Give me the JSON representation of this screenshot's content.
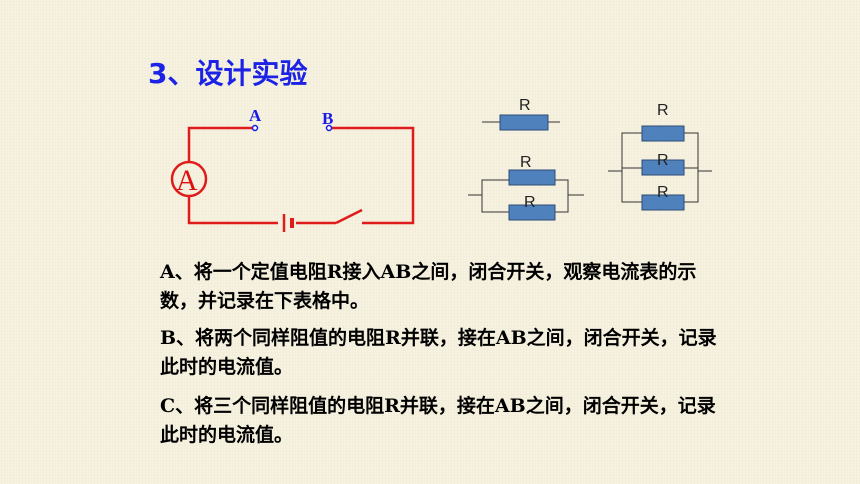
{
  "slide": {
    "title": "3、设计实验",
    "paragraphs": [
      "A、将一个定值电阻R接入AB之间，闭合开关，观察电流表的示数，并记录在下表格中。",
      "B、将两个同样阻值的电阻R并联，接在AB之间，闭合开关，记录此时的电流值。",
      "C、将三个同样阻值的电阻R并联，接在AB之间，闭合开关，记录此时的电流值。"
    ]
  },
  "circuit": {
    "terminal_a": "A",
    "terminal_b": "B",
    "ammeter": "A",
    "wire_color": "#e01b1b",
    "terminal_color": "#1a1ae6"
  },
  "resistor_diagrams": {
    "label": "R",
    "resistor_color": "#4f81bd"
  }
}
